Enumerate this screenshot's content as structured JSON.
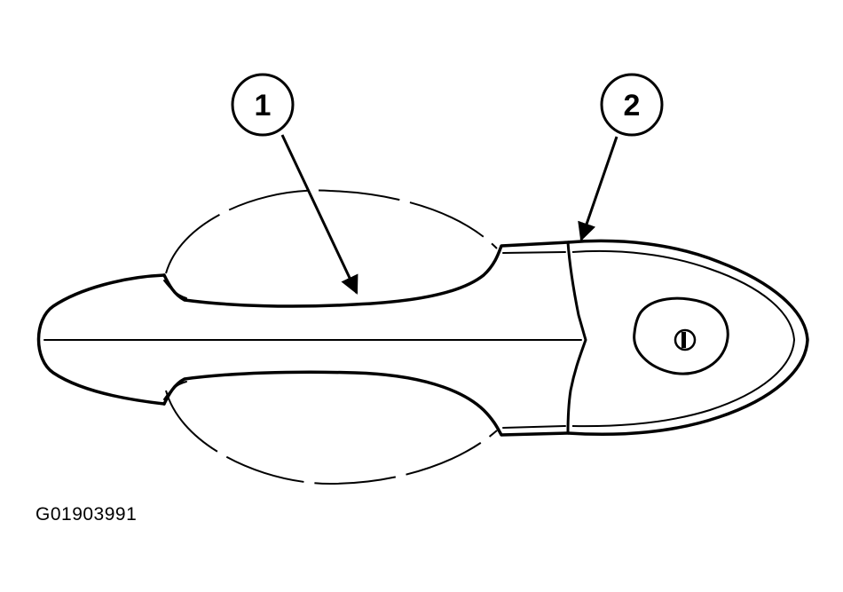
{
  "callouts": [
    {
      "label": "1"
    },
    {
      "label": "2"
    }
  ],
  "figure_id": "G01903991",
  "colors": {
    "line": "#000000",
    "background": "#ffffff"
  }
}
